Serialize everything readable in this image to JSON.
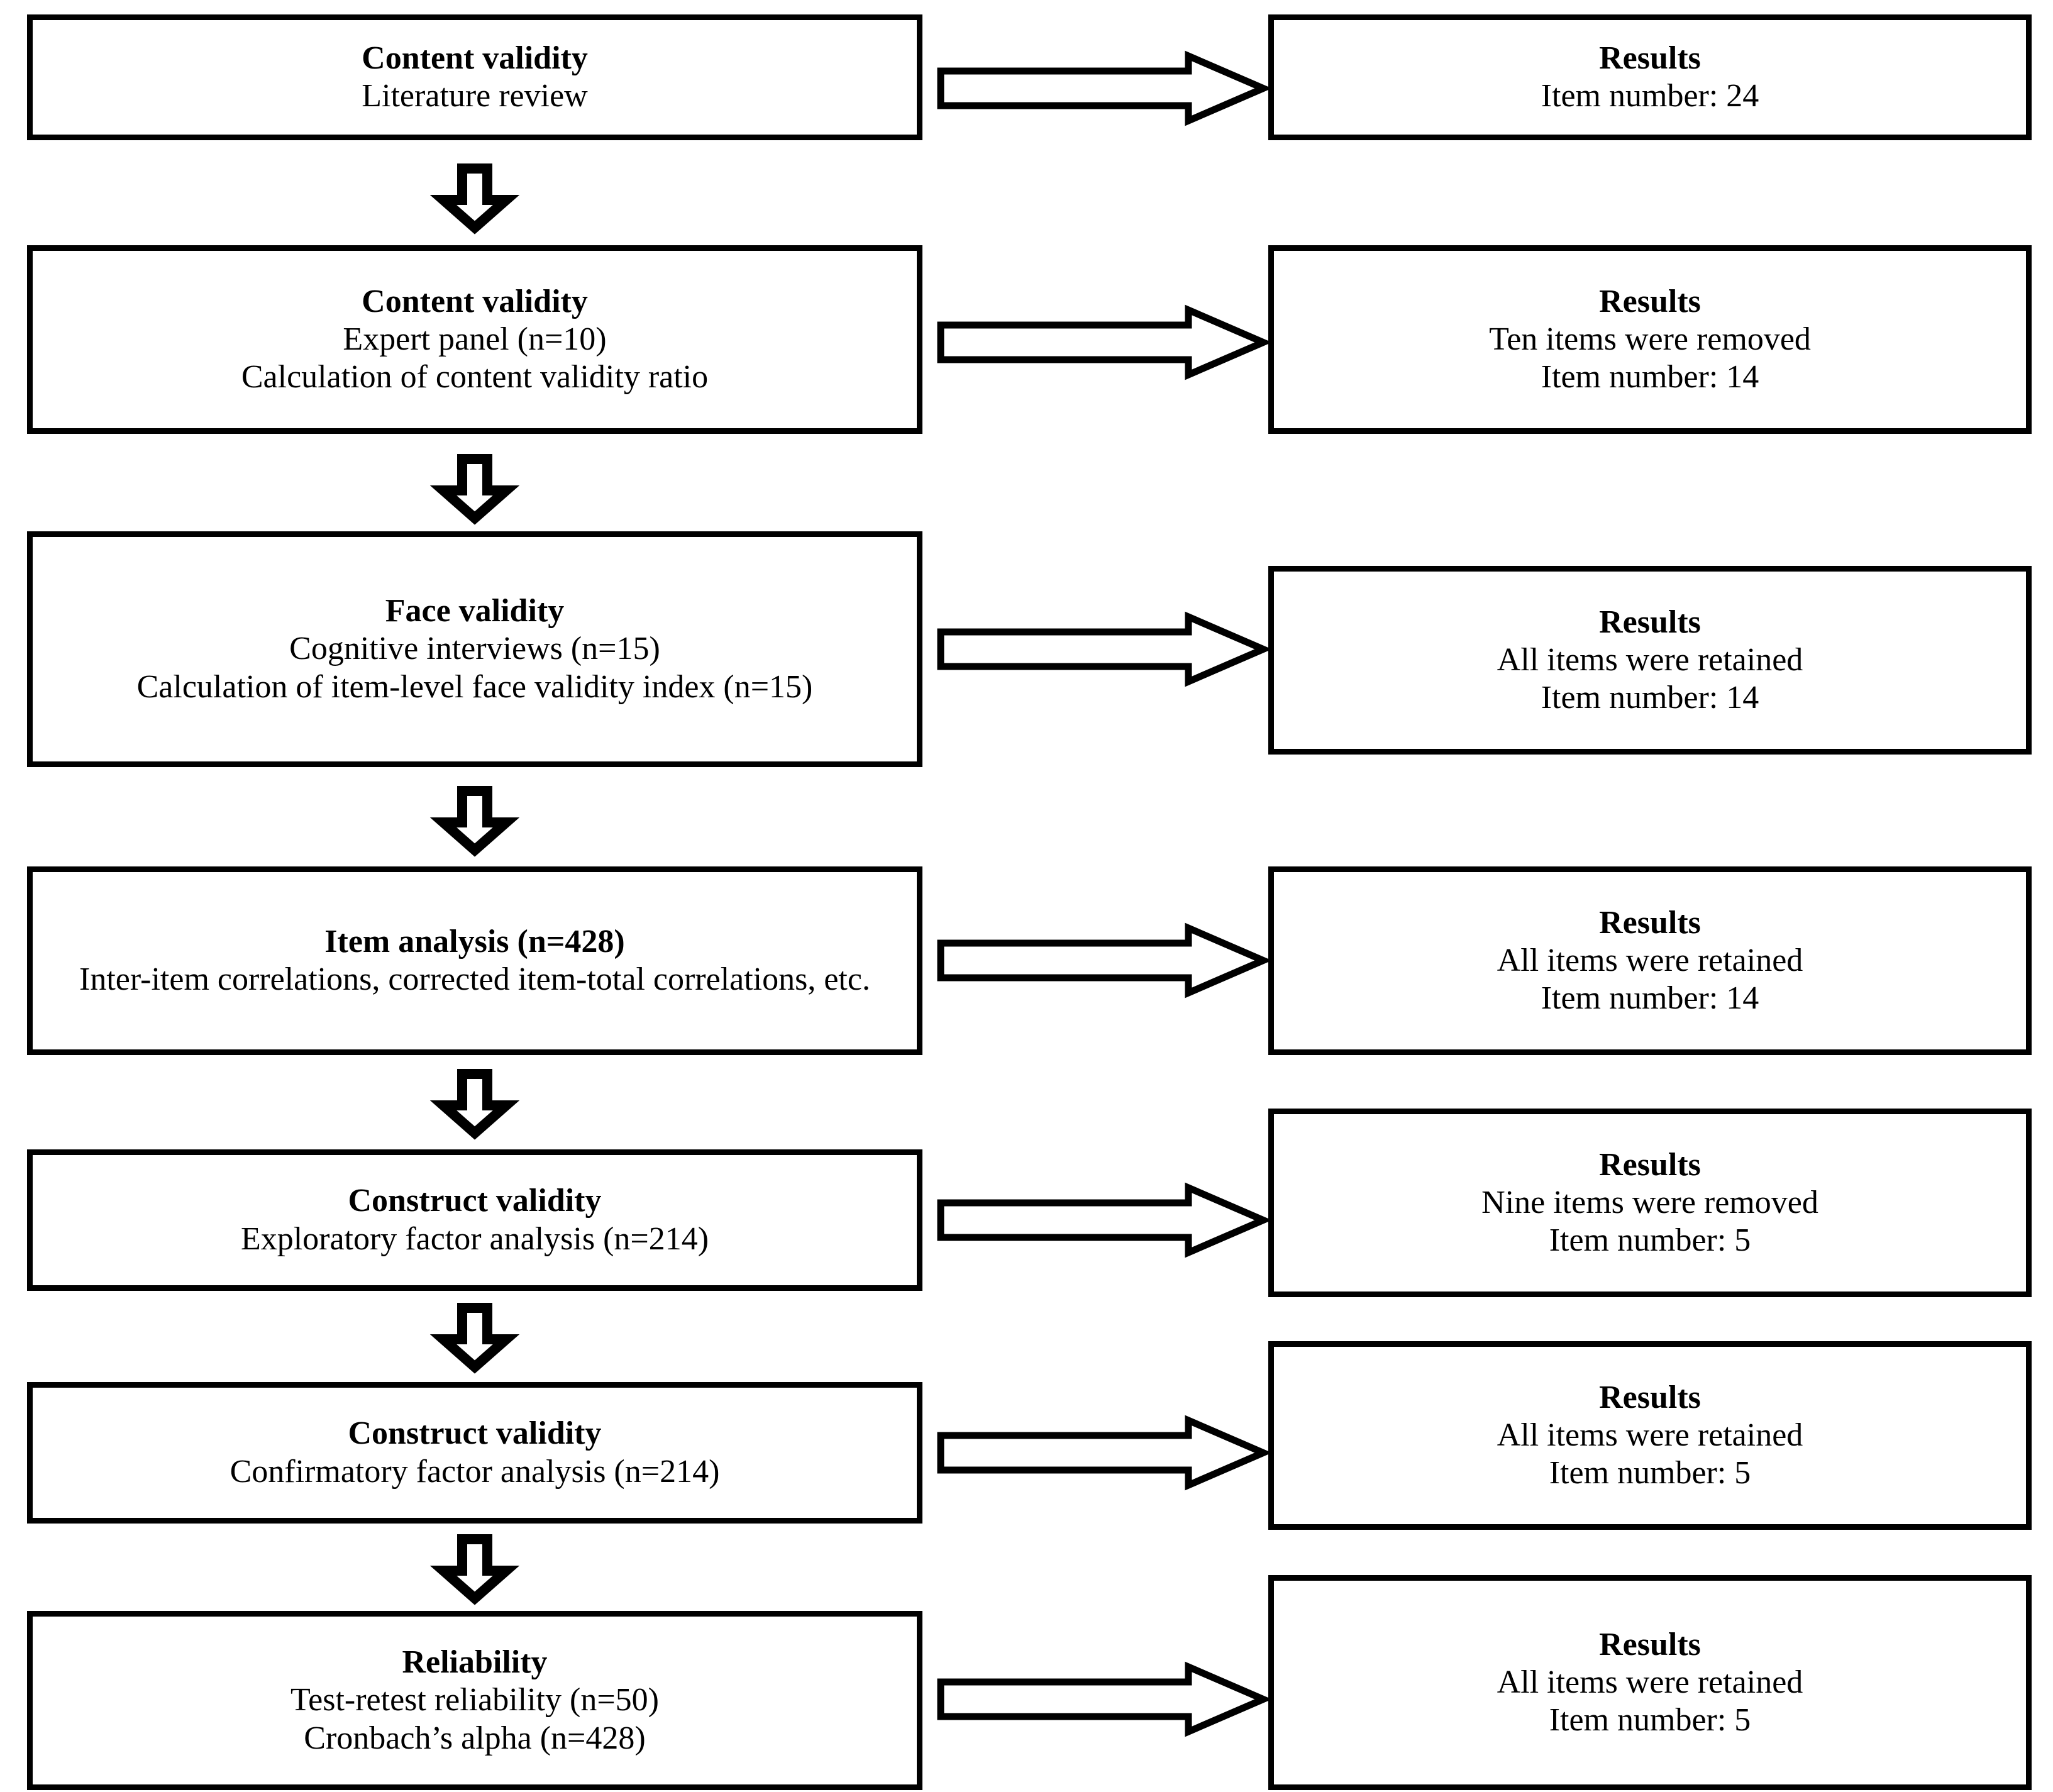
{
  "figure": {
    "type": "flowchart",
    "orientation": "vertical-stages-with-lateral-results",
    "stage_count": 7,
    "colors": {
      "background": "#ffffff",
      "stroke": "#000000",
      "text": "#000000",
      "box_fill": "#ffffff"
    }
  },
  "stages": [
    {
      "id": "content-validity-literature-review",
      "process": {
        "title": "Content validity",
        "lines": [
          "Literature review"
        ]
      },
      "result": {
        "title": "Results",
        "lines": [
          "Item number: 24"
        ]
      }
    },
    {
      "id": "content-validity-expert-panel",
      "process": {
        "title": "Content validity",
        "lines": [
          "Expert panel (n=10)",
          "Calculation of content validity ratio"
        ]
      },
      "result": {
        "title": "Results",
        "lines": [
          "Ten items were removed",
          "Item number: 14"
        ]
      }
    },
    {
      "id": "face-validity",
      "process": {
        "title": "Face validity",
        "lines": [
          "Cognitive interviews (n=15)",
          "Calculation of item-level face validity index (n=15)"
        ]
      },
      "result": {
        "title": "Results",
        "lines": [
          "All items were retained",
          "Item number: 14"
        ]
      }
    },
    {
      "id": "item-analysis",
      "process": {
        "title": "Item analysis (n=428)",
        "lines": [
          "Inter-item correlations, corrected item-total correlations, etc."
        ]
      },
      "result": {
        "title": "Results",
        "lines": [
          "All items were retained",
          "Item number: 14"
        ]
      }
    },
    {
      "id": "construct-validity-efa",
      "process": {
        "title": "Construct validity",
        "lines": [
          "Exploratory factor analysis (n=214)"
        ]
      },
      "result": {
        "title": "Results",
        "lines": [
          "Nine items were removed",
          "Item number: 5"
        ]
      }
    },
    {
      "id": "construct-validity-cfa",
      "process": {
        "title": "Construct validity",
        "lines": [
          "Confirmatory factor analysis (n=214)"
        ]
      },
      "result": {
        "title": "Results",
        "lines": [
          "All items were retained",
          "Item number: 5"
        ]
      }
    },
    {
      "id": "reliability",
      "process": {
        "title": "Reliability",
        "lines": [
          "Test-retest reliability (n=50)",
          "Cronbach’s alpha (n=428)"
        ]
      },
      "result": {
        "title": "Results",
        "lines": [
          "All items were retained",
          "Item number: 5"
        ]
      }
    }
  ],
  "connectors": {
    "lateral": {
      "icon": "block-arrow-right-icon",
      "count": 7,
      "style": "hollow-block-arrow"
    },
    "vertical": {
      "icon": "block-arrow-down-icon",
      "count": 6,
      "style": "hollow-block-arrow"
    }
  }
}
